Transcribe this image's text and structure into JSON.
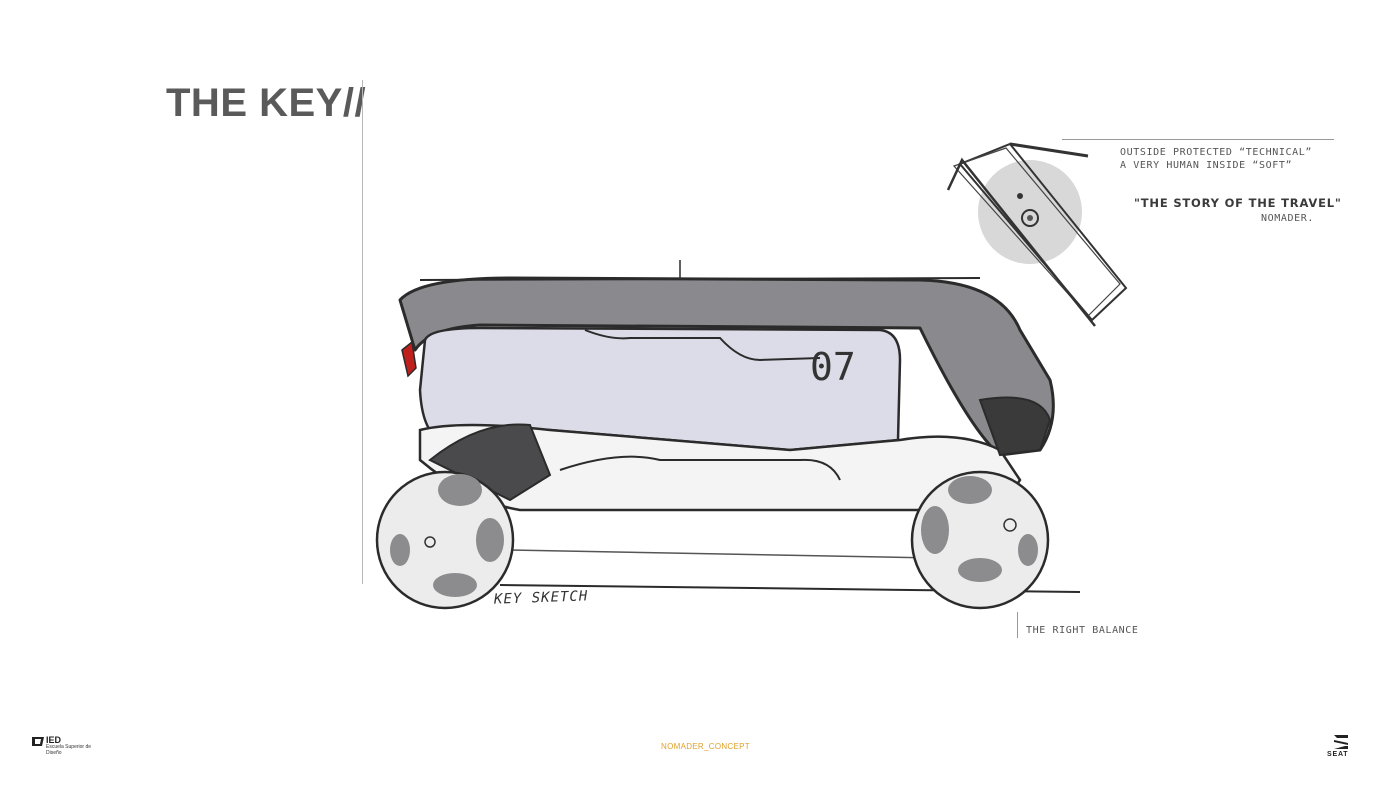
{
  "slide": {
    "title": "THE KEY//",
    "notes": {
      "line1": "OUTSIDE PROTECTED “TECHNICAL”",
      "line2": "A VERY HUMAN INSIDE “SOFT”",
      "quote": "\"THE STORY OF THE TRAVEL\"",
      "brand": "NOMADER."
    },
    "sketch_label": "KEY SKETCH",
    "vehicle_number": "07",
    "caption": "THE RIGHT BALANCE"
  },
  "footer": {
    "school": "IED",
    "school_subtitle": "Escuela Superior de Diseño",
    "project": "NOMADER_CONCEPT",
    "brand": "SEAT"
  },
  "colors": {
    "title": "#5a5a5a",
    "accent_orange": "#e0a02a",
    "sketch_ink": "#2b2b2b",
    "glass_tint": "#dcdce8",
    "accent_red": "#c0201c"
  }
}
